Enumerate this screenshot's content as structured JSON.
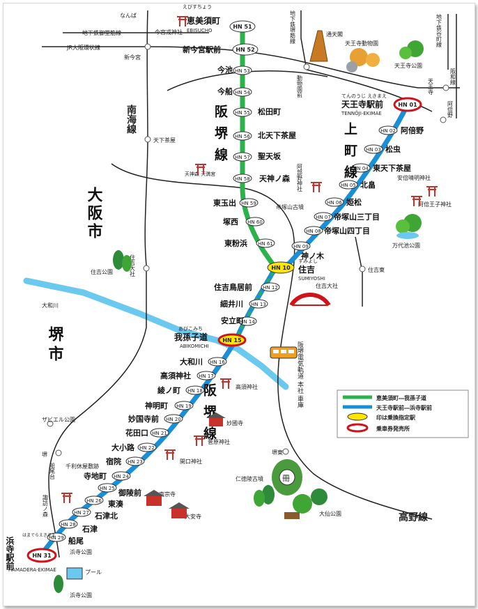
{
  "colors": {
    "hankai_line": "#2bb24a",
    "uemachi_line": "#1b8fd6",
    "river": "#6bc8ef",
    "rail": "#222222",
    "transfer": "#ffe600",
    "ticket_ring": "#d0121b"
  },
  "hankai_line_label": "阪堺線",
  "hankai_line_label_lower": "阪堺線",
  "uemachi_line_label": "上町線",
  "city_osaka": "大阪市",
  "city_sakai": "堺市",
  "railway_labels": {
    "nankai": "南海線",
    "koya": "高野線",
    "jr": "JR大阪環状線",
    "subway_midosuji": "地下鉄御堂筋線",
    "subway_sakaisuji": "地下鉄堺筋線",
    "subway_tanimachi": "地下鉄谷町線",
    "hanwa": "阪和線"
  },
  "other_stations": {
    "nanba": "なんば",
    "shinimamiya": "新今宮",
    "tengachaya": "天下茶屋",
    "dobutsuen": "動物園前",
    "tennoji": "天王寺",
    "abeno": "阿倍野",
    "sumiyoshi_koen": "住吉公園",
    "sumiyoshi_taisha": "住吉大社",
    "sumiyoshi_higashi": "住吉東",
    "sakai": "堺",
    "sakai_higashi": "堺東",
    "suwanomori": "諏訪ノ森",
    "funaodai": "船尾台",
    "yamato_river": "大和川"
  },
  "stations_hankai": [
    {
      "num": "HN 51",
      "name": "恵美須町",
      "reading": "えびすちょう",
      "romaji": "EBISUCHO"
    },
    {
      "num": "HN 52",
      "name": "新今宮駅前"
    },
    {
      "num": "HN 53",
      "name": "今池"
    },
    {
      "num": "HN 54",
      "name": "今船"
    },
    {
      "num": "HN 55",
      "name": "松田町"
    },
    {
      "num": "HN 56",
      "name": "北天下茶屋"
    },
    {
      "num": "HN 57",
      "name": "聖天坂"
    },
    {
      "num": "HN 58",
      "name": "天神ノ森"
    },
    {
      "num": "HN 59",
      "name": "東玉出"
    },
    {
      "num": "HN 60",
      "name": "塚西"
    },
    {
      "num": "HN 61",
      "name": "東粉浜"
    }
  ],
  "stations_uemachi": [
    {
      "num": "HN 01",
      "name": "天王寺駅前",
      "reading": "てんのうじ えきまえ",
      "romaji": "TENNŌJI-EKIMAE"
    },
    {
      "num": "HN 02",
      "name": "阿倍野"
    },
    {
      "num": "HN 03",
      "name": "松虫"
    },
    {
      "num": "HN 04",
      "name": "東天下茶屋"
    },
    {
      "num": "HN 05",
      "name": "北畠"
    },
    {
      "num": "HN 06",
      "name": "姫松"
    },
    {
      "num": "HN 07",
      "name": "帝塚山三丁目"
    },
    {
      "num": "HN 08",
      "name": "帝塚山四丁目"
    },
    {
      "num": "HN 09",
      "name": "神ノ木"
    }
  ],
  "stations_south": [
    {
      "num": "HN 10",
      "name": "住吉",
      "reading": "すみよし",
      "romaji": "SUMIYOSHI"
    },
    {
      "num": "HN 12",
      "name": "住吉鳥居前"
    },
    {
      "num": "HN 13",
      "name": "細井川"
    },
    {
      "num": "HN 14",
      "name": "安立町"
    },
    {
      "num": "HN 15",
      "name": "我孫子道",
      "reading": "あびこみち",
      "romaji": "ABIKOMICHI"
    },
    {
      "num": "HN 16",
      "name": "大和川"
    },
    {
      "num": "HN 17",
      "name": "高須神社"
    },
    {
      "num": "HN 18",
      "name": "綾ノ町"
    },
    {
      "num": "HN 19",
      "name": "神明町"
    },
    {
      "num": "HN 20",
      "name": "妙国寺前"
    },
    {
      "num": "HN 21",
      "name": "花田口"
    },
    {
      "num": "HN 22",
      "name": "大小路"
    },
    {
      "num": "HN 23",
      "name": "宿院"
    },
    {
      "num": "HN 24",
      "name": "寺地町"
    },
    {
      "num": "HN 25",
      "name": "御陵前"
    },
    {
      "num": "HN 26",
      "name": "東湊"
    },
    {
      "num": "HN 27",
      "name": "石津北"
    },
    {
      "num": "HN 28",
      "name": "石津"
    },
    {
      "num": "HN 29",
      "name": "船尾"
    },
    {
      "num": "HN 31",
      "name": "浜寺駅前",
      "reading": "はまでらえきまえ",
      "romaji": "HAMADERA-EKIMAE"
    }
  ],
  "landmarks": {
    "imamiya": "今宮戎神社",
    "tsutenkaku": "通天閣",
    "zoo": "天王寺動物園",
    "tennoji_park": "天王寺公園",
    "tenjinmori": "天神森 天満宮",
    "abeno_shrine": "阿部野神社",
    "seimei": "安倍晴明神社",
    "abe_oji": "阿倍王子神社",
    "tezukayama_kofun": "帝塚山古墳",
    "mandaiike": "万代池公園",
    "sumiyoshi_taisha": "住吉大社",
    "depot": "阪堺電気軌道 本社 車庫",
    "takasu": "高須神社",
    "myokokuji": "妙國寺",
    "sugawara": "菅原神社",
    "kaguchi": "開口神社",
    "xavier": "ザビエル公園",
    "senrikyu": "千利休屋敷跡",
    "nansoji": "南宗寺",
    "daianji": "大安寺",
    "nintoku": "仁徳陵古墳",
    "daisen": "大仙公園",
    "hamadera_koen": "浜寺公園",
    "pool": "プール",
    "hamadera_koen2": "浜寺公園"
  },
  "legend": {
    "items": [
      {
        "label": "恵美須町―我孫子道"
      },
      {
        "label": "天王寺駅前―浜寺駅前"
      },
      {
        "label": "印は乗換指定駅"
      },
      {
        "label": "乗車券発売所"
      }
    ]
  }
}
